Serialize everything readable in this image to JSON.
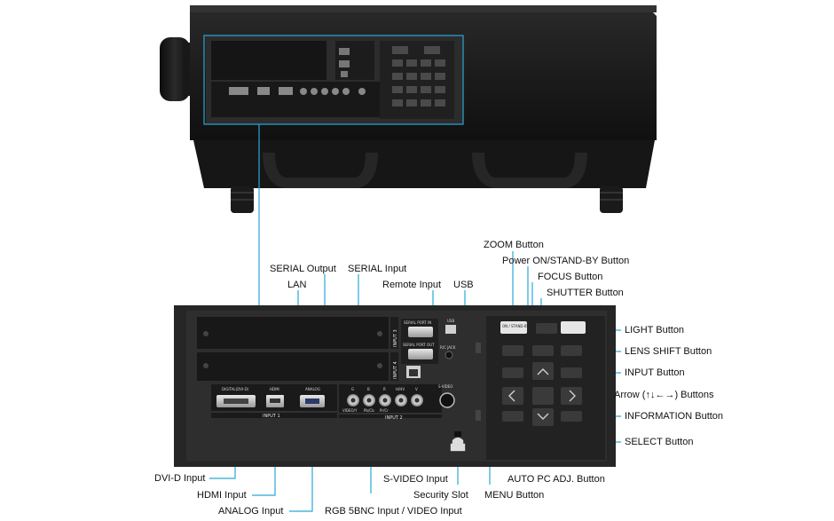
{
  "labels": {
    "zoom_button": "ZOOM Button",
    "power_button": "Power ON/STAND-BY Button",
    "focus_button": "FOCUS Button",
    "shutter_button": "SHUTTER Button",
    "light_button": "LIGHT Button",
    "lens_shift_button": "LENS SHIFT Button",
    "input_button": "INPUT Button",
    "arrow_buttons": "Arrow (↑↓←→) Buttons",
    "information_button": "INFORMATION Button",
    "select_button": "SELECT Button",
    "serial_output": "SERIAL Output",
    "serial_input": "SERIAL Input",
    "remote_input": "Remote Input",
    "usb": "USB",
    "lan": "LAN",
    "dvi_d_input": "DVI-D Input",
    "hdmi_input": "HDMI Input",
    "analog_input": "ANALOG Input",
    "s_video_input": "S-VIDEO Input",
    "security_slot": "Security Slot",
    "menu_button": "MENU Button",
    "auto_pc_button": "AUTO PC ADJ. Button",
    "rgb_video_input": "RGB 5BNC Input / VIDEO Input"
  },
  "panel": {
    "input1": "INPUT 1",
    "input2": "INPUT 2",
    "input3": "INPUT 3",
    "input4": "INPUT 4",
    "serial_port_in": "SERIAL PORT IN",
    "serial_port_out": "SERIAL PORT OUT",
    "usb": "USB",
    "rc_jack": "R/C JACK",
    "digital_dvi": "DIGITAL(DVI-D)",
    "hdmi": "HDMI",
    "analog": "ANALOG",
    "s_video": "S-VIDEO",
    "bnc_letters": [
      "G",
      "B",
      "R",
      "H/HV",
      "V"
    ],
    "bnc_sub": [
      "VIDEO/Y",
      "Pb/Cb",
      "Pr/Cr"
    ],
    "on_standby": "ON / STAND-BY"
  },
  "colors": {
    "callout_line": "#29a8d8",
    "body": "#1b1b1b",
    "panel": "#2b2b2b"
  }
}
